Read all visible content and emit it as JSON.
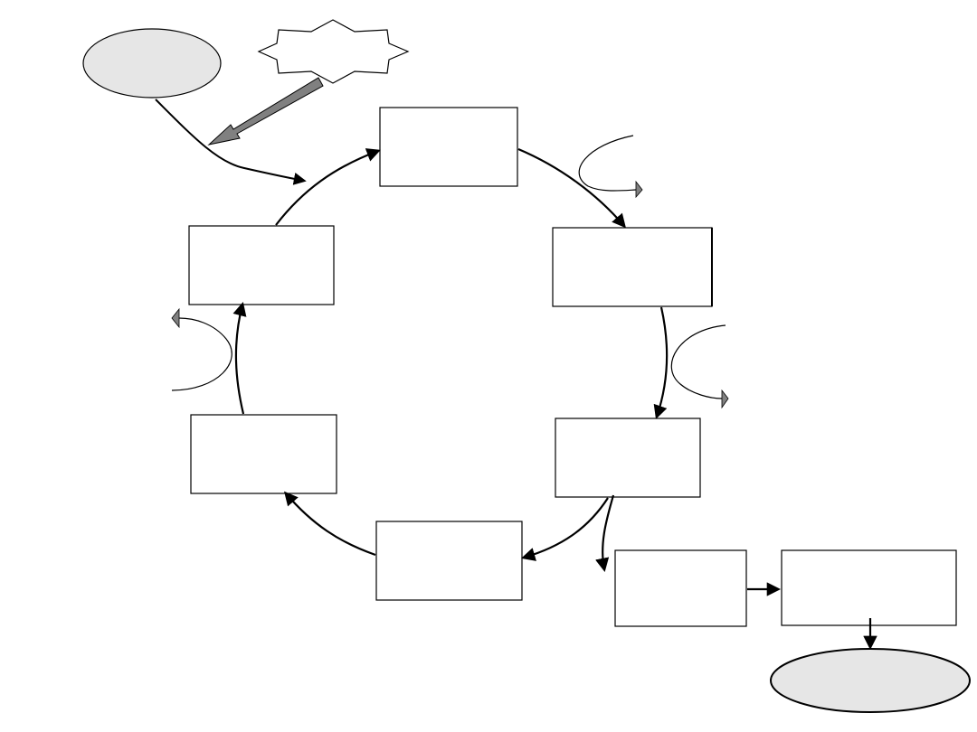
{
  "diagram": {
    "nodes": [
      {
        "id": "input-ellipse",
        "shape": "ellipse",
        "label": "",
        "fill": "#e6e6e6"
      },
      {
        "id": "burst-label",
        "shape": "star",
        "label": "",
        "fill": "#ffffff"
      },
      {
        "id": "box-top",
        "shape": "rect",
        "label": ""
      },
      {
        "id": "box-right-upper",
        "shape": "rect",
        "label": ""
      },
      {
        "id": "box-right-lower",
        "shape": "rect",
        "label": ""
      },
      {
        "id": "box-bottom",
        "shape": "rect",
        "label": ""
      },
      {
        "id": "box-left-lower",
        "shape": "rect",
        "label": ""
      },
      {
        "id": "box-left-upper",
        "shape": "rect",
        "label": ""
      },
      {
        "id": "box-branch-1",
        "shape": "rect",
        "label": ""
      },
      {
        "id": "box-branch-2",
        "shape": "rect",
        "label": ""
      },
      {
        "id": "output-ellipse",
        "shape": "ellipse",
        "label": "",
        "fill": "#e6e6e6"
      }
    ],
    "edges": [
      {
        "from": "input-ellipse",
        "to": "box-top"
      },
      {
        "from": "burst-label",
        "to": "input-ellipse"
      },
      {
        "from": "box-top",
        "to": "box-right-upper"
      },
      {
        "from": "box-right-upper",
        "to": "box-right-lower"
      },
      {
        "from": "box-right-lower",
        "to": "box-bottom"
      },
      {
        "from": "box-bottom",
        "to": "box-left-lower"
      },
      {
        "from": "box-left-lower",
        "to": "box-left-upper"
      },
      {
        "from": "box-left-upper",
        "to": "box-top"
      },
      {
        "from": "box-right-lower",
        "to": "box-branch-1"
      },
      {
        "from": "box-branch-1",
        "to": "box-branch-2"
      },
      {
        "from": "box-branch-2",
        "to": "output-ellipse"
      }
    ],
    "colors": {
      "stroke": "#000000",
      "ellipse_fill": "#e6e6e6",
      "thick_arrow_fill": "#808080"
    }
  }
}
